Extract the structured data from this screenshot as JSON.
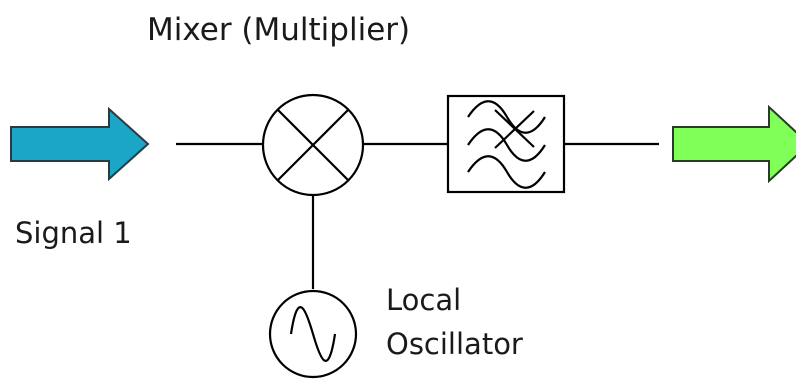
{
  "title": "Mixer (Multiplier)",
  "input_label": "Signal 1",
  "oscillator_label": {
    "line1": "Local",
    "line2": "Oscillator"
  },
  "colors": {
    "input_arrow": "#1ba6c8",
    "output_arrow": "#7fff57",
    "stroke": "#000000"
  },
  "icons": {
    "mixer": "multiplier-cross-icon",
    "filter": "three-wave-filter-icon",
    "oscillator": "sine-wave-icon"
  }
}
